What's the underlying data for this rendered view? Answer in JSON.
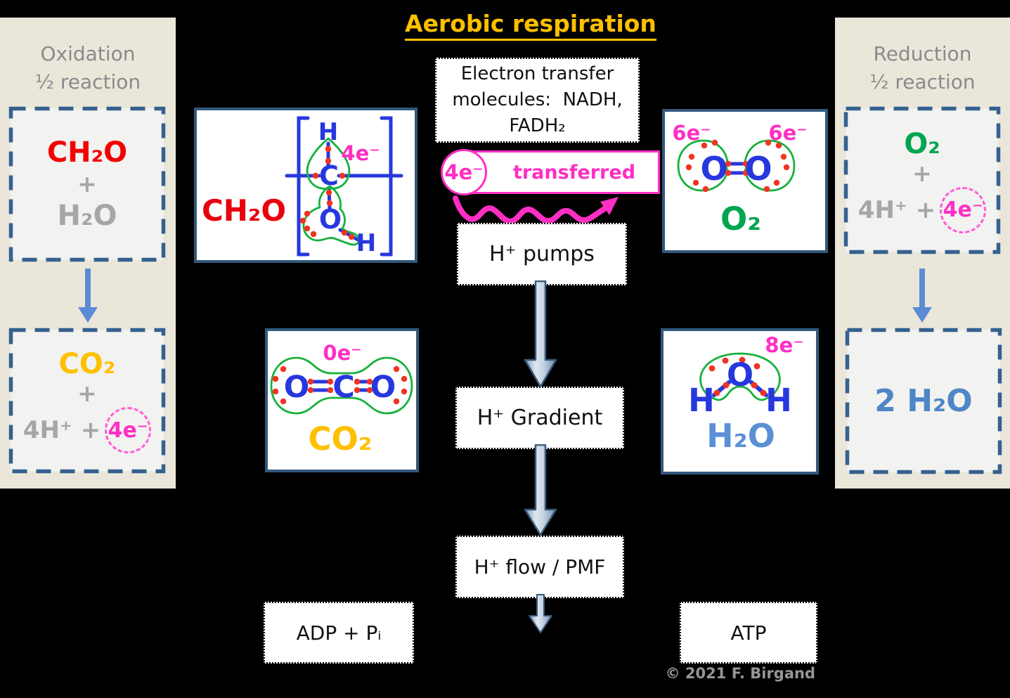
{
  "title": "Aerobic respiration",
  "oxidation_panel": {
    "heading": "Oxidation\n½ reaction",
    "reactants": {
      "formula1": "CH₂O",
      "plus": "+",
      "formula2": "H₂O"
    },
    "products": {
      "formula1": "CO₂",
      "plus": "+",
      "protons": "4H⁺ +",
      "electrons": "4e⁻"
    }
  },
  "reduction_panel": {
    "heading": "Reduction\n½ reaction",
    "reactants": {
      "formula1": "O₂",
      "plus": "+",
      "protons": "4H⁺ +",
      "electrons": "4e⁻"
    },
    "products": {
      "formula1": "2 H₂O"
    }
  },
  "center_column": {
    "electron_transfer": "Electron transfer\nmolecules:  NADH,\nFADH₂",
    "transferred_badge": {
      "electrons": "4e⁻",
      "label": "transferred"
    },
    "h_pumps": "H⁺ pumps",
    "h_gradient": "H⁺ Gradient",
    "h_flow_pmf": "H⁺ flow / PMF",
    "adp": "ADP + Pᵢ",
    "atp": "ATP"
  },
  "structures": {
    "ch2o": {
      "formula": "CH₂O",
      "electron_count": "4e⁻",
      "atom_h_top": "H",
      "atom_c": "C",
      "atom_o": "O",
      "atom_h_bottom": "H"
    },
    "o2": {
      "formula": "O₂",
      "electron_count_left": "6e⁻",
      "electron_count_right": "6e⁻",
      "atom_o_left": "O",
      "atom_o_right": "O"
    },
    "co2": {
      "formula": "CO₂",
      "electron_count": "0e⁻",
      "atom_o_left": "O",
      "atom_c": "C",
      "atom_o_right": "O"
    },
    "h2o": {
      "formula": "H₂O",
      "electron_count": "8e⁻",
      "atom_o": "O",
      "atom_h_left": "H",
      "atom_h_right": "H"
    }
  },
  "copyright": "© 2021 F. Birgand",
  "colors": {
    "background": "#000000",
    "panel_beige": "#eae7da",
    "dashed_box_fill": "#f2f2f1",
    "dashed_border_blue": "#35618f",
    "title_gold": "#ffc000",
    "ch2o_red": "#f30000",
    "gray_text": "#a6a6a6",
    "co2_gold": "#ffc000",
    "o2_green": "#00a550",
    "water_blue": "#4e86c6",
    "magenta": "#ff2fc4",
    "lewis_blue": "#2638dd",
    "blob_green": "#17b13c",
    "electron_dot_red": "#f03421",
    "arrow_blue": "#5b8bd5"
  }
}
